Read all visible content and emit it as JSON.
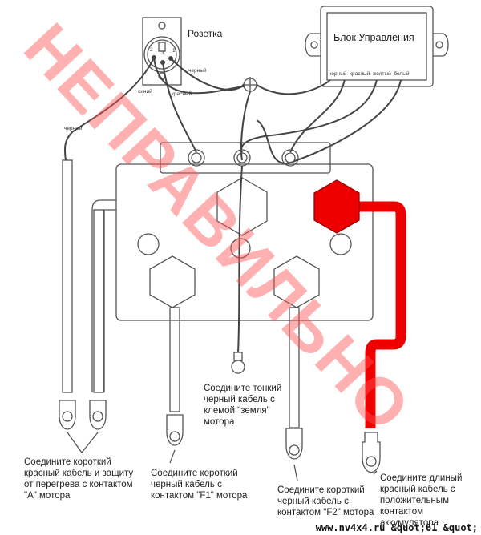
{
  "socket": {
    "title": "Розетка",
    "pins": [
      "2",
      "3",
      "1"
    ],
    "wire_labels": {
      "black": "черный",
      "blue": "синий",
      "red": "красный"
    }
  },
  "control_box": {
    "title": "Блок Управления",
    "wires": "черный  красный  желтый  белый"
  },
  "left_wire_label": "черный",
  "watermark": "НЕПРАВИЛЬНО",
  "colors": {
    "red_cable": "#ee0000",
    "watermark": "#ff5050"
  },
  "labels": {
    "a_contact": "Соедините короткий\nкрасный кабель и защиту\nот перегрева с контактом\n\"A\" мотора",
    "f1": "Соедините короткий\nчерный кабель с\nконтактом \"F1\" мотора",
    "ground": "Соедините тонкий\nчерный кабель с\nклемой \"земля\"\nмотора",
    "f2": "Соедините короткий\nчерный кабель с\nконтактом \"F2\" мотора",
    "battery": "Соедините длиный\nкрасный кабель с\nположительным\nконтактом аккумулятора"
  },
  "site_caption": "www.nv4x4.ru &quot;61 &quot;"
}
